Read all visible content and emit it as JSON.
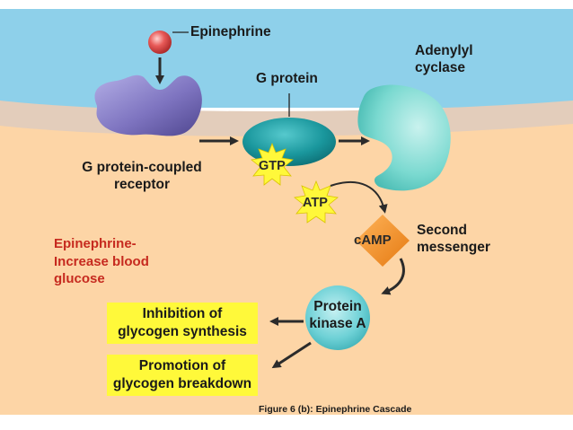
{
  "labels": {
    "epinephrine": "Epinephrine",
    "g_protein": "G protein",
    "adenylyl_cyclase_line1": "Adenylyl",
    "adenylyl_cyclase_line2": "cyclase",
    "gpcr_line1": "G protein-coupled",
    "gpcr_line2": "receptor",
    "gtp": "GTP",
    "atp": "ATP",
    "camp": "cAMP",
    "second_messenger_line1": "Second",
    "second_messenger_line2": "messenger",
    "note_line1": "Epinephrine-",
    "note_line2": "Increase blood",
    "note_line3": "glucose",
    "pka_line1": "Protein",
    "pka_line2": "kinase A",
    "inhibition_line1": "Inhibition of",
    "inhibition_line2": "glycogen synthesis",
    "promotion_line1": "Promotion of",
    "promotion_line2": "glycogen breakdown",
    "caption": "Figure 6 (b): Epinephrine Cascade"
  },
  "colors": {
    "extracellular": "#8ed0ea",
    "membrane": "#e3cdbb",
    "cytoplasm": "#fdd5a6",
    "epinephrine_ball": "#e04848",
    "receptor": "#8a7fc6",
    "g_protein": "#1f9da3",
    "adenylyl_cyclase": "#6fd5cc",
    "star": "#fff83a",
    "camp": "#f28a1f",
    "protein_kinase_a": "#63cdd2",
    "highlight_box": "#fff93a",
    "note_text": "#c62a1f",
    "arrow": "#2b2b2b"
  }
}
